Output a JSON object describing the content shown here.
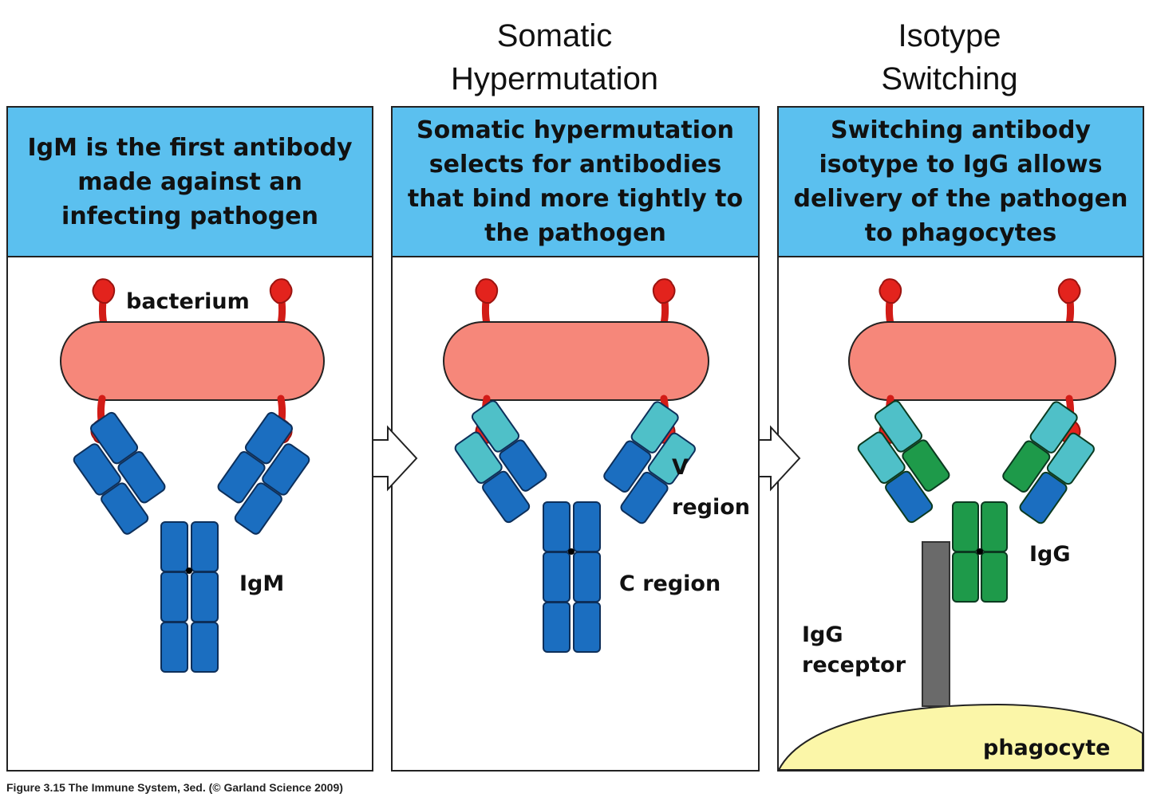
{
  "columns": [
    {
      "title": "",
      "header": "IgM is the first antibody made against an infecting pathogen",
      "labels": {
        "bacterium": "bacterium",
        "antibody": "IgM"
      }
    },
    {
      "title": "Somatic Hypermutation",
      "header": "Somatic hypermutation selects for antibodies that bind more tightly to the pathogen",
      "labels": {
        "v_region": "V region",
        "c_region": "C region"
      }
    },
    {
      "title": "Isotype Switching",
      "header": "Switching antibody isotype to IgG allows delivery of the pathogen to phagocytes",
      "labels": {
        "antibody": "IgG",
        "receptor": "IgG receptor",
        "cell": "phagocyte"
      }
    }
  ],
  "caption": "Figure 3.15  The Immune System, 3ed. (© Garland Science 2009)",
  "colors": {
    "header_bg": "#5bc0ef",
    "bacterium": "#f6877a",
    "antigen": "#e3231d",
    "igm_blue": "#1b6ec0",
    "v_region_teal": "#4fc0c8",
    "igg_green": "#1e9a4a",
    "receptor_grey": "#6a6a6a",
    "phagocyte": "#fbf6a8"
  }
}
